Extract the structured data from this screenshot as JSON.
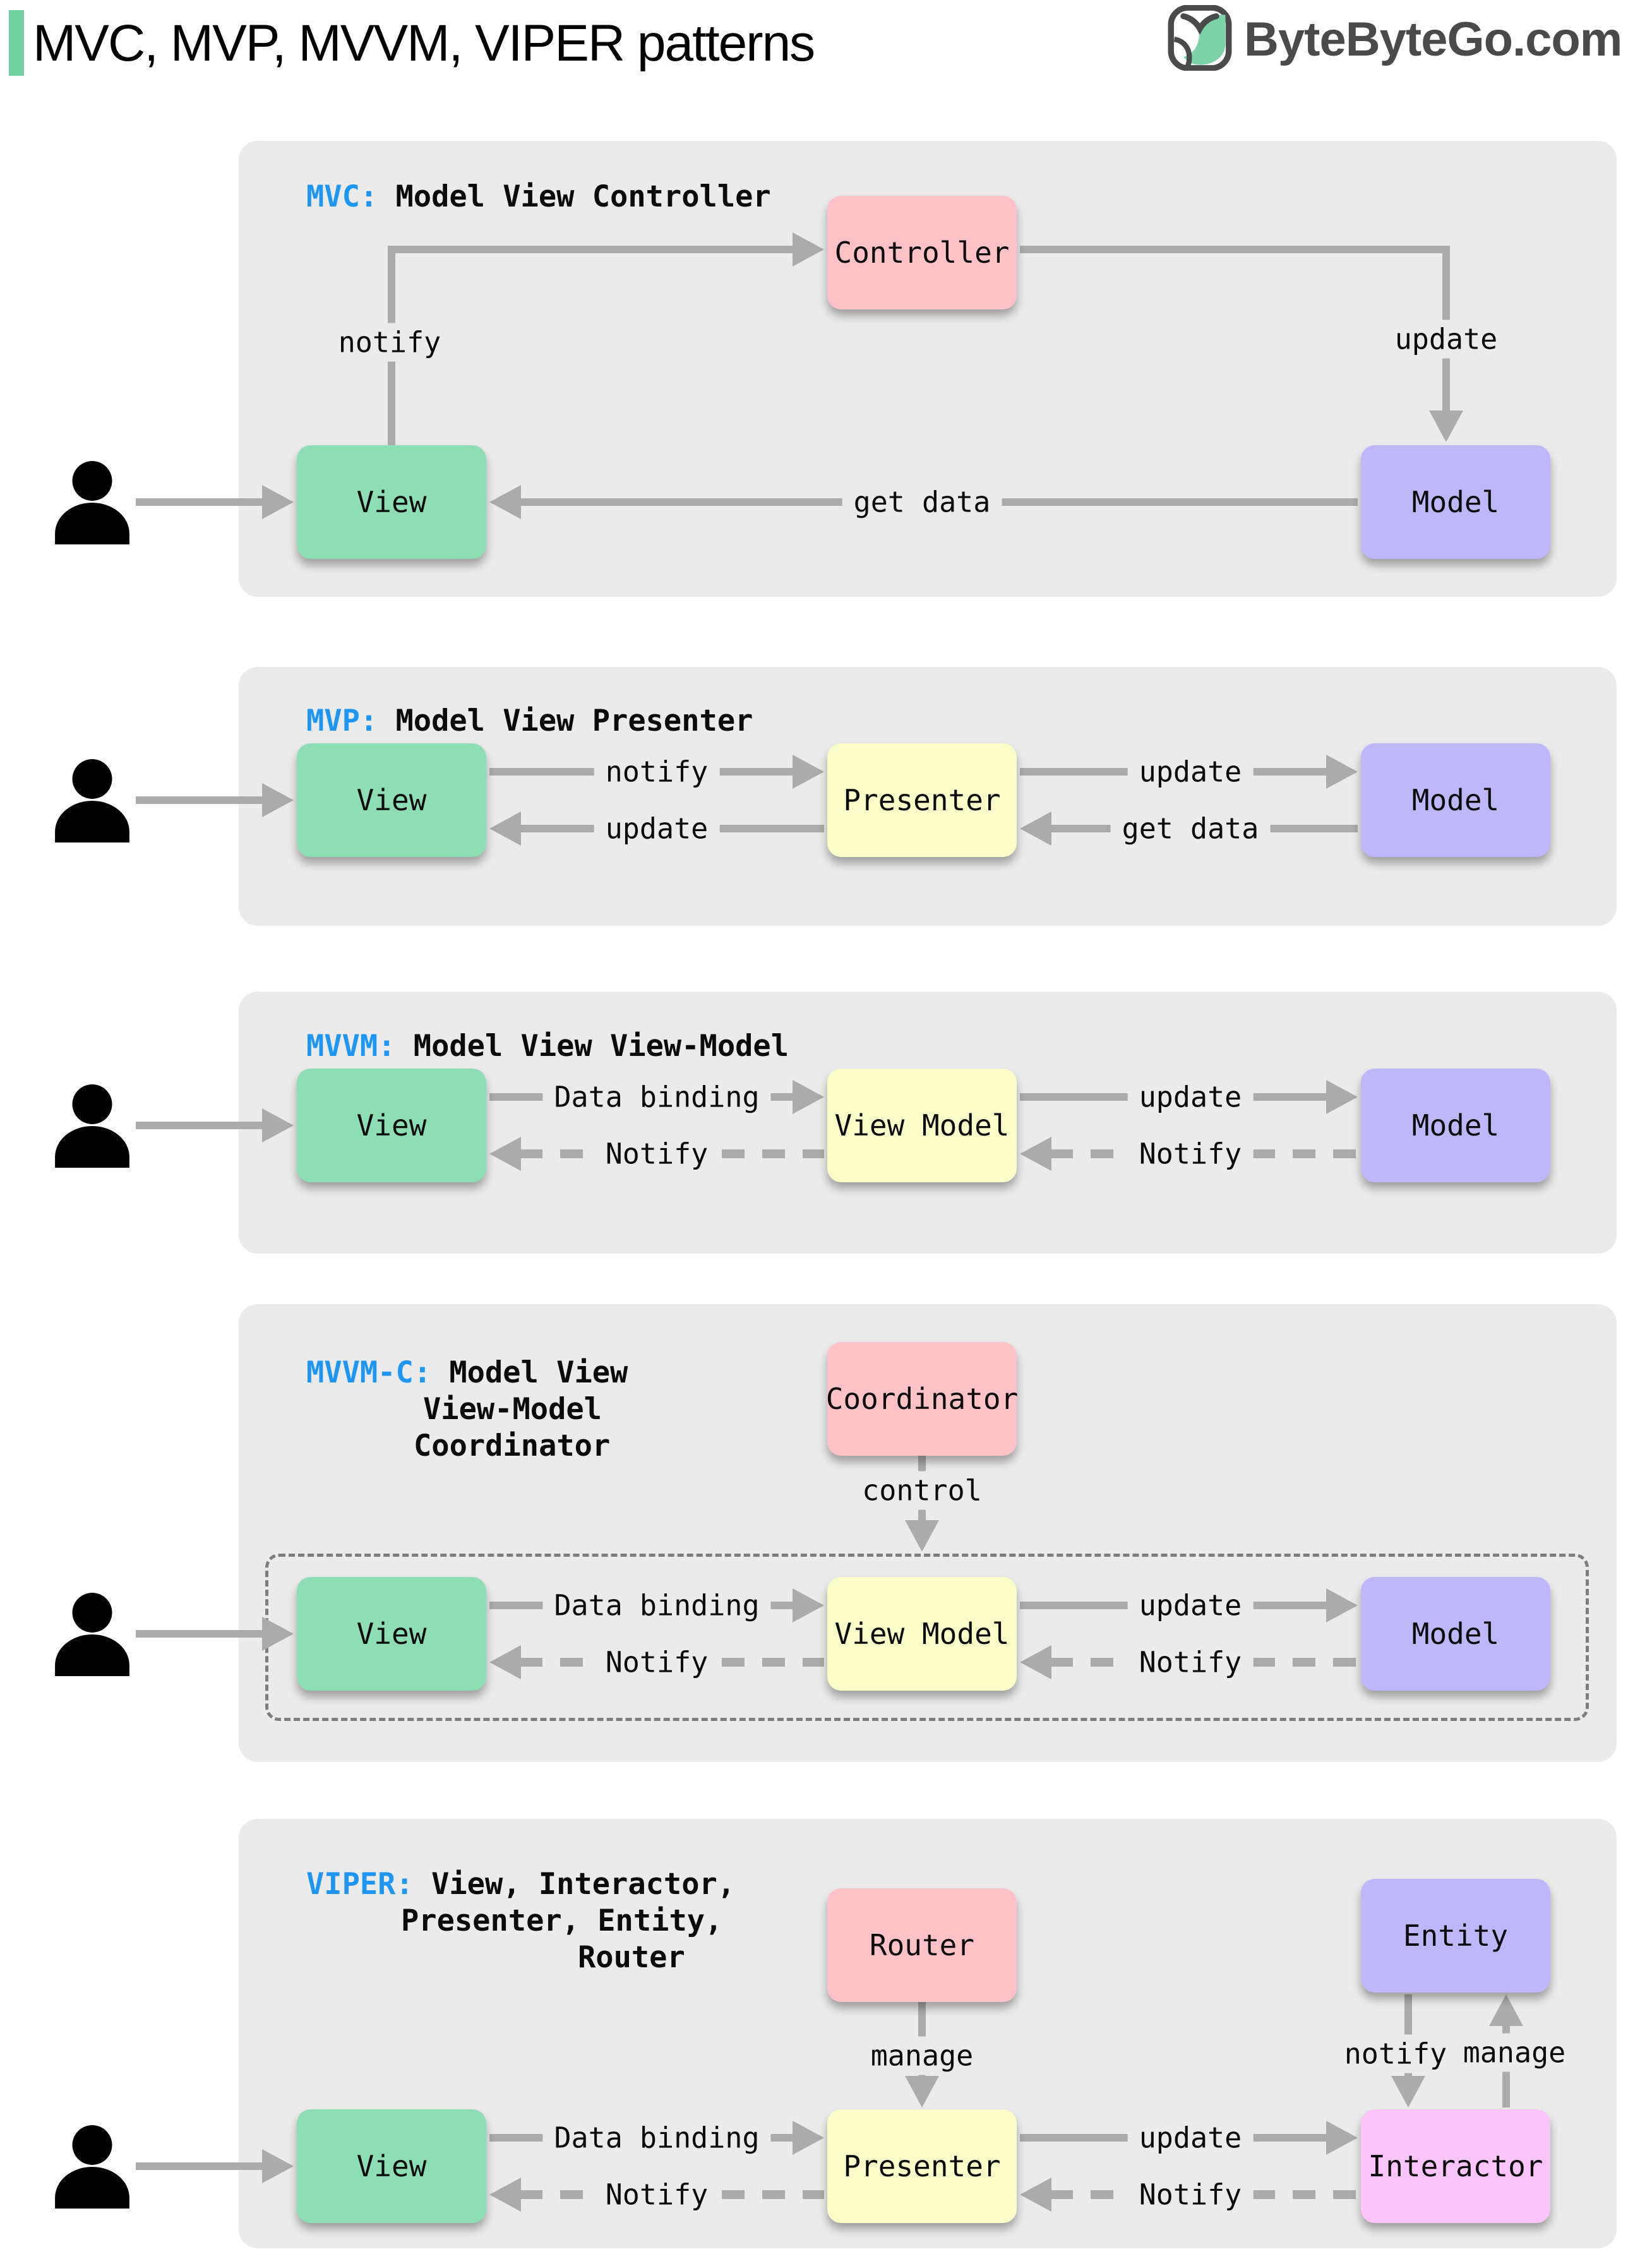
{
  "header": {
    "title": "MVC, MVP, MVVM, VIPER patterns",
    "logo_text": "ByteByteGo.com"
  },
  "colors": {
    "accent_green": "#72CFA0",
    "section_bg": "#EBEBEB",
    "arrow_gray": "#ABABAB",
    "label_blue": "#1E96F5",
    "box_green": "#8DDDB5",
    "box_yellow": "#FCFEC9",
    "box_purple": "#BEB7FA",
    "box_pink": "#FFC2C6",
    "box_magenta": "#FBC4FB",
    "logo_gray": "#4A4A4A"
  },
  "sections": [
    {
      "id": "mvc",
      "title_prefix": "MVC:",
      "title_rest": " Model View Controller",
      "boxes": {
        "view": "View",
        "controller": "Controller",
        "model": "Model"
      },
      "edges": {
        "notify": "notify",
        "update": "update",
        "get_data": "get data"
      }
    },
    {
      "id": "mvp",
      "title_prefix": "MVP:",
      "title_rest": " Model View Presenter",
      "boxes": {
        "view": "View",
        "presenter": "Presenter",
        "model": "Model"
      },
      "edges": {
        "notify": "notify",
        "update_view": "update",
        "update_model": "update",
        "get_data": "get data"
      }
    },
    {
      "id": "mvvm",
      "title_prefix": "MVVM:",
      "title_rest": " Model View View-Model",
      "boxes": {
        "view": "View",
        "view_model": "View Model",
        "model": "Model"
      },
      "edges": {
        "data_binding": "Data binding",
        "notify_view": "Notify",
        "update": "update",
        "notify_vm": "Notify"
      }
    },
    {
      "id": "mvvm_c",
      "title_prefix": "MVVM-C:",
      "title_line1": " Model View",
      "title_line2": "View-Model",
      "title_line3": "Coordinator",
      "boxes": {
        "coordinator": "Coordinator",
        "view": "View",
        "view_model": "View Model",
        "model": "Model"
      },
      "edges": {
        "control": "control",
        "data_binding": "Data binding",
        "notify_view": "Notify",
        "update": "update",
        "notify_vm": "Notify"
      }
    },
    {
      "id": "viper",
      "title_prefix": "VIPER:",
      "title_line1": " View, Interactor,",
      "title_line2": "Presenter, Entity,",
      "title_line3": "Router",
      "boxes": {
        "router": "Router",
        "entity": "Entity",
        "view": "View",
        "presenter": "Presenter",
        "interactor": "Interactor"
      },
      "edges": {
        "manage_router": "manage",
        "notify_entity": "notify",
        "manage_entity": "manage",
        "data_binding": "Data binding",
        "notify_view": "Notify",
        "update": "update",
        "notify_presenter": "Notify"
      }
    }
  ]
}
